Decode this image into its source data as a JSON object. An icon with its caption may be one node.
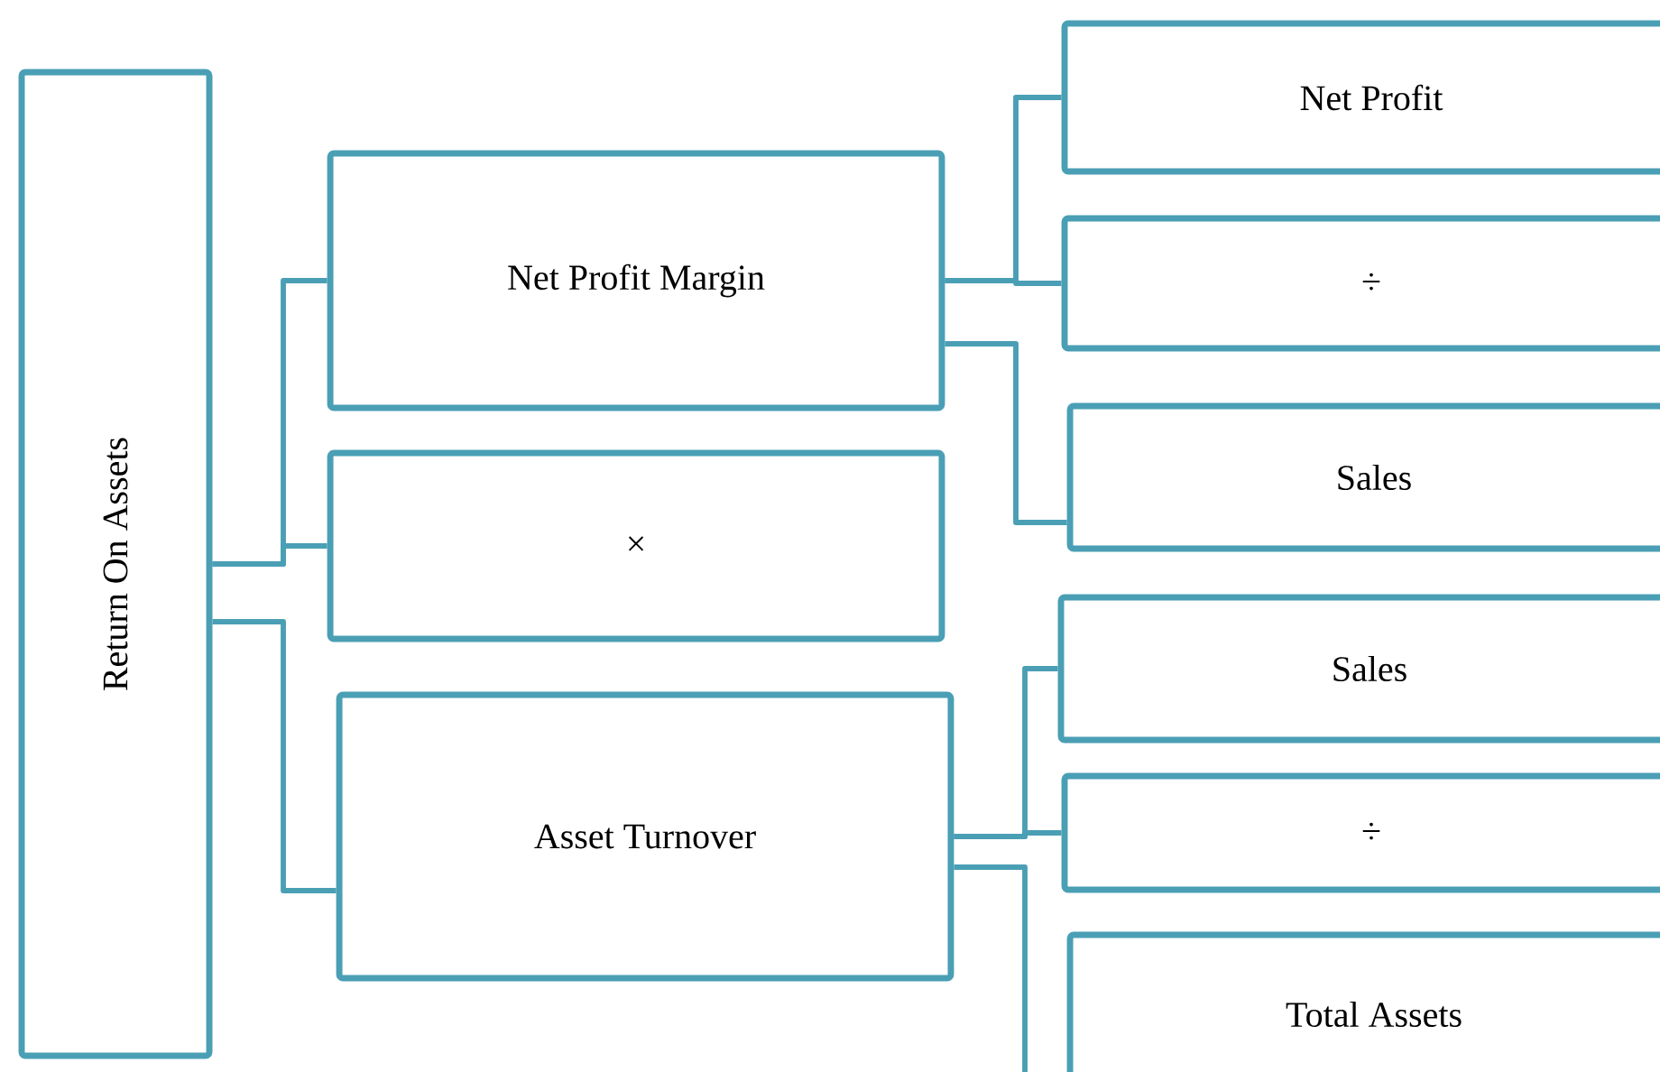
{
  "diagram": {
    "nodes": [
      {
        "text": [
          "Return On Assets"
        ]
      },
      {
        "text": [
          "Net Profit Margin"
        ]
      },
      {
        "text": [
          "×"
        ]
      },
      {
        "text": [
          "Asset Turnover"
        ]
      },
      {
        "text": [
          "Net Profit"
        ]
      },
      {
        "text": [
          "÷"
        ]
      },
      {
        "text": [
          "Sales"
        ]
      },
      {
        "text": [
          "Sales"
        ]
      },
      {
        "text": [
          "÷"
        ]
      },
      {
        "text": [
          "Total Assets"
        ]
      }
    ],
    "edges": [
      {
        "from": 0,
        "to": 1,
        "arrow": "none"
      },
      {
        "from": 0,
        "to": 2,
        "arrow": "none"
      },
      {
        "from": 0,
        "to": 3,
        "arrow": "none"
      },
      {
        "from": 1,
        "to": 4,
        "arrow": "none"
      },
      {
        "from": 1,
        "to": 5,
        "arrow": "none"
      },
      {
        "from": 1,
        "to": 6,
        "arrow": "none"
      },
      {
        "from": 3,
        "to": 7,
        "arrow": "none"
      },
      {
        "from": 3,
        "to": 8,
        "arrow": "none"
      },
      {
        "from": 3,
        "to": 9,
        "arrow": "none"
      }
    ]
  }
}
